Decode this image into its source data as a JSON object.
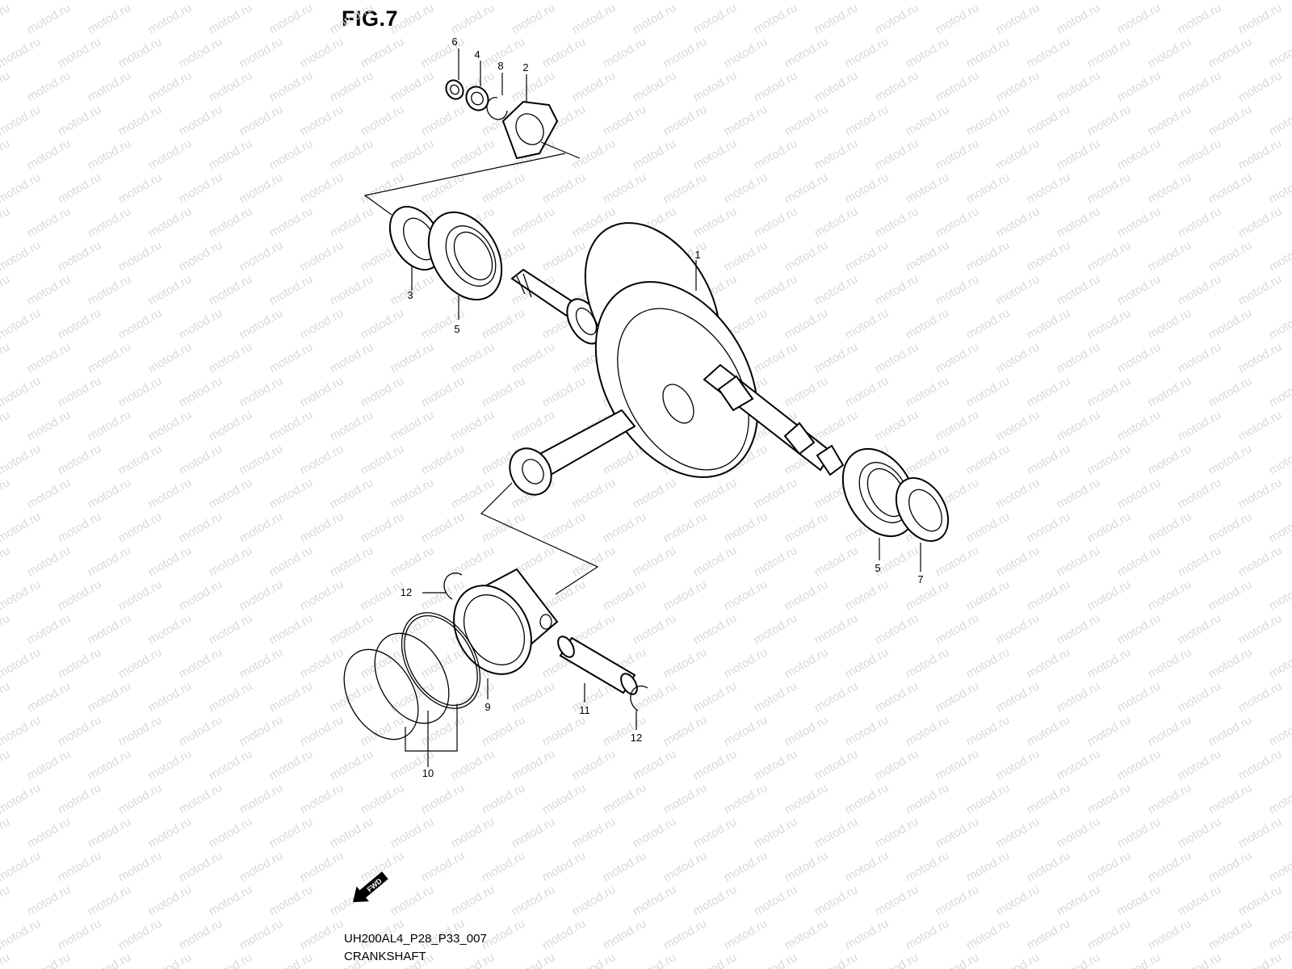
{
  "figure": {
    "title": "FIG.7"
  },
  "footer": {
    "code": "UH200AL4_P28_P33_007",
    "name": "CRANKSHAFT"
  },
  "watermark": {
    "text": "motod.ru",
    "color": "#d9d9d9"
  },
  "fwd_badge": {
    "text": "FWD"
  },
  "callouts": {
    "c1": "1",
    "c2": "2",
    "c3": "3",
    "c4": "4",
    "c5a": "5",
    "c5b": "5",
    "c6": "6",
    "c7": "7",
    "c8": "8",
    "c9": "9",
    "c10": "10",
    "c11": "11",
    "c12a": "12",
    "c12b": "12"
  }
}
